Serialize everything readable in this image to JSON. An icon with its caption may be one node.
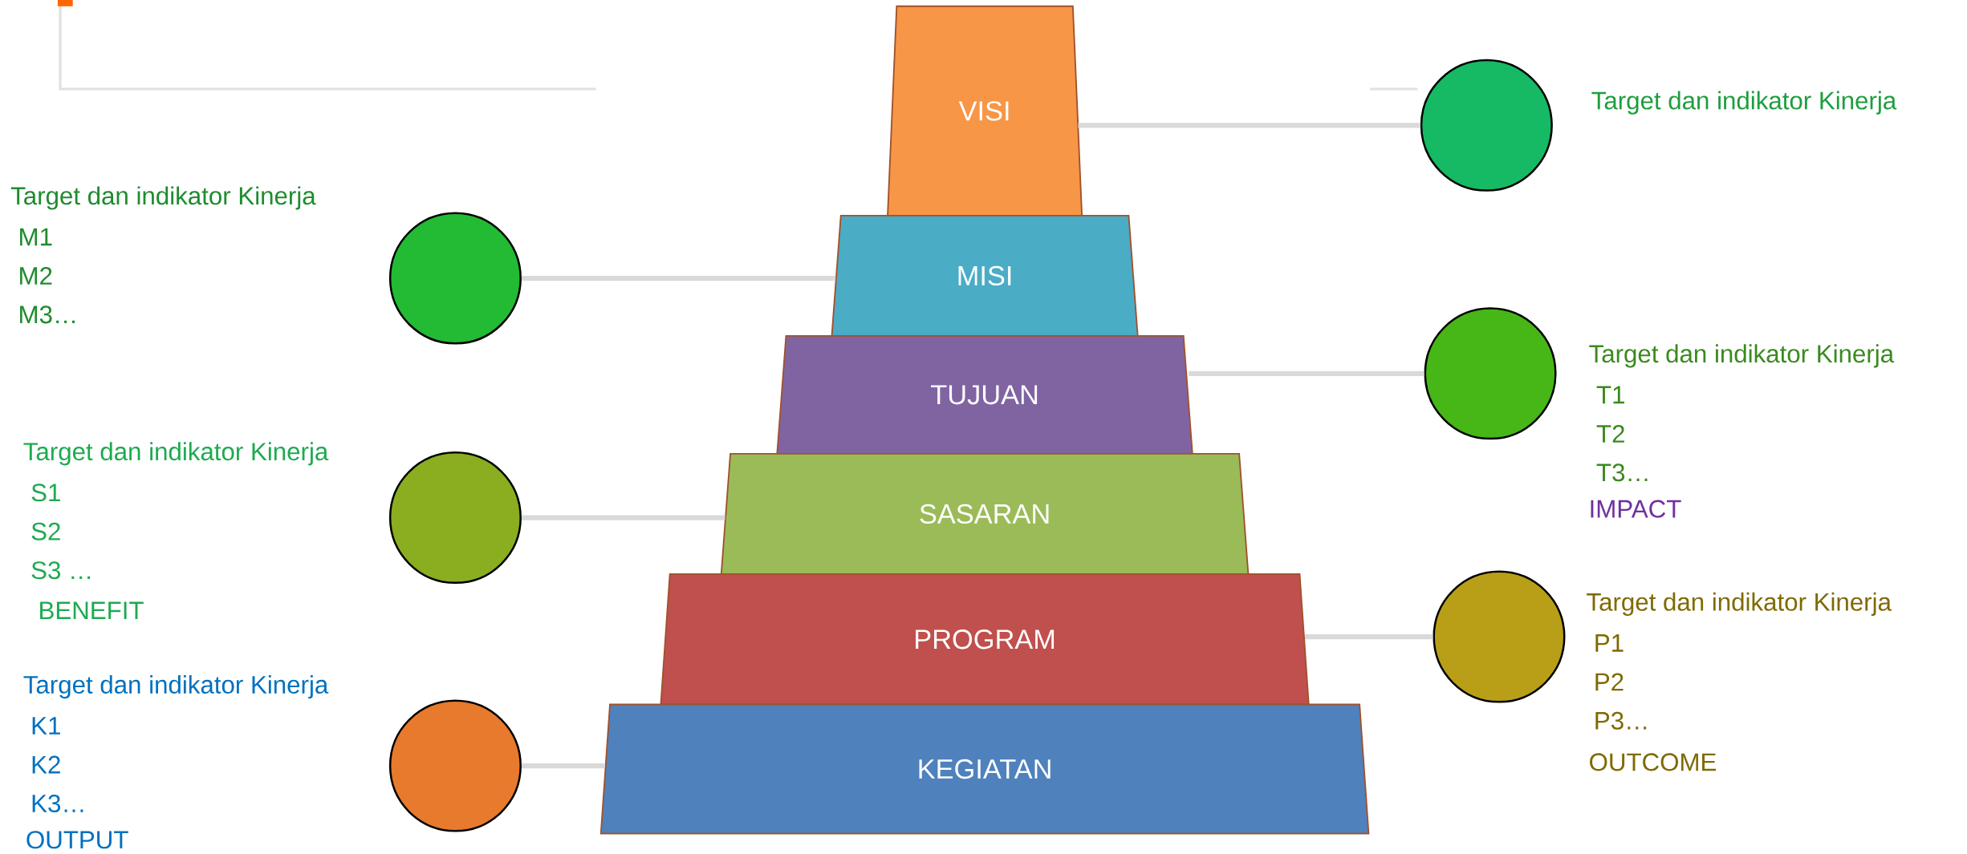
{
  "diagram": {
    "nodes": [
      {
        "text": [
          "VISI"
        ]
      },
      {
        "text": [
          "MISI"
        ]
      },
      {
        "text": [
          "TUJUAN"
        ]
      },
      {
        "text": [
          "SASARAN"
        ]
      },
      {
        "text": [
          "PROGRAM"
        ]
      },
      {
        "text": [
          "KEGIATAN"
        ]
      },
      {
        "text": [],
        "shape": "circle",
        "beside": [
          "Target dan indikator Kinerja"
        ]
      },
      {
        "text": [],
        "shape": "circle",
        "beside": [
          "Target dan indikator Kinerja",
          "M1",
          "M2",
          "M3…"
        ]
      },
      {
        "text": [],
        "shape": "circle",
        "beside": [
          "Target dan indikator Kinerja",
          "T1",
          "T2",
          "T3…",
          "IMPACT"
        ]
      },
      {
        "text": [],
        "shape": "circle",
        "beside": [
          "Target dan indikator Kinerja",
          "S1",
          "S2",
          "S3 …",
          "BENEFIT"
        ]
      },
      {
        "text": [],
        "shape": "circle",
        "beside": [
          "Target dan indikator Kinerja",
          "P1",
          "P2",
          "P3…",
          "OUTCOME"
        ]
      },
      {
        "text": [],
        "shape": "circle",
        "beside": [
          "Target dan indikator Kinerja",
          "K1",
          "K2",
          "K3…",
          "OUTPUT"
        ]
      }
    ],
    "edges": [
      {
        "from": 0,
        "to": 6,
        "arrow": "none"
      },
      {
        "from": 1,
        "to": 7,
        "arrow": "none"
      },
      {
        "from": 2,
        "to": 8,
        "arrow": "none"
      },
      {
        "from": 3,
        "to": 9,
        "arrow": "none"
      },
      {
        "from": 4,
        "to": 10,
        "arrow": "none"
      },
      {
        "from": 5,
        "to": 11,
        "arrow": "none"
      }
    ]
  }
}
